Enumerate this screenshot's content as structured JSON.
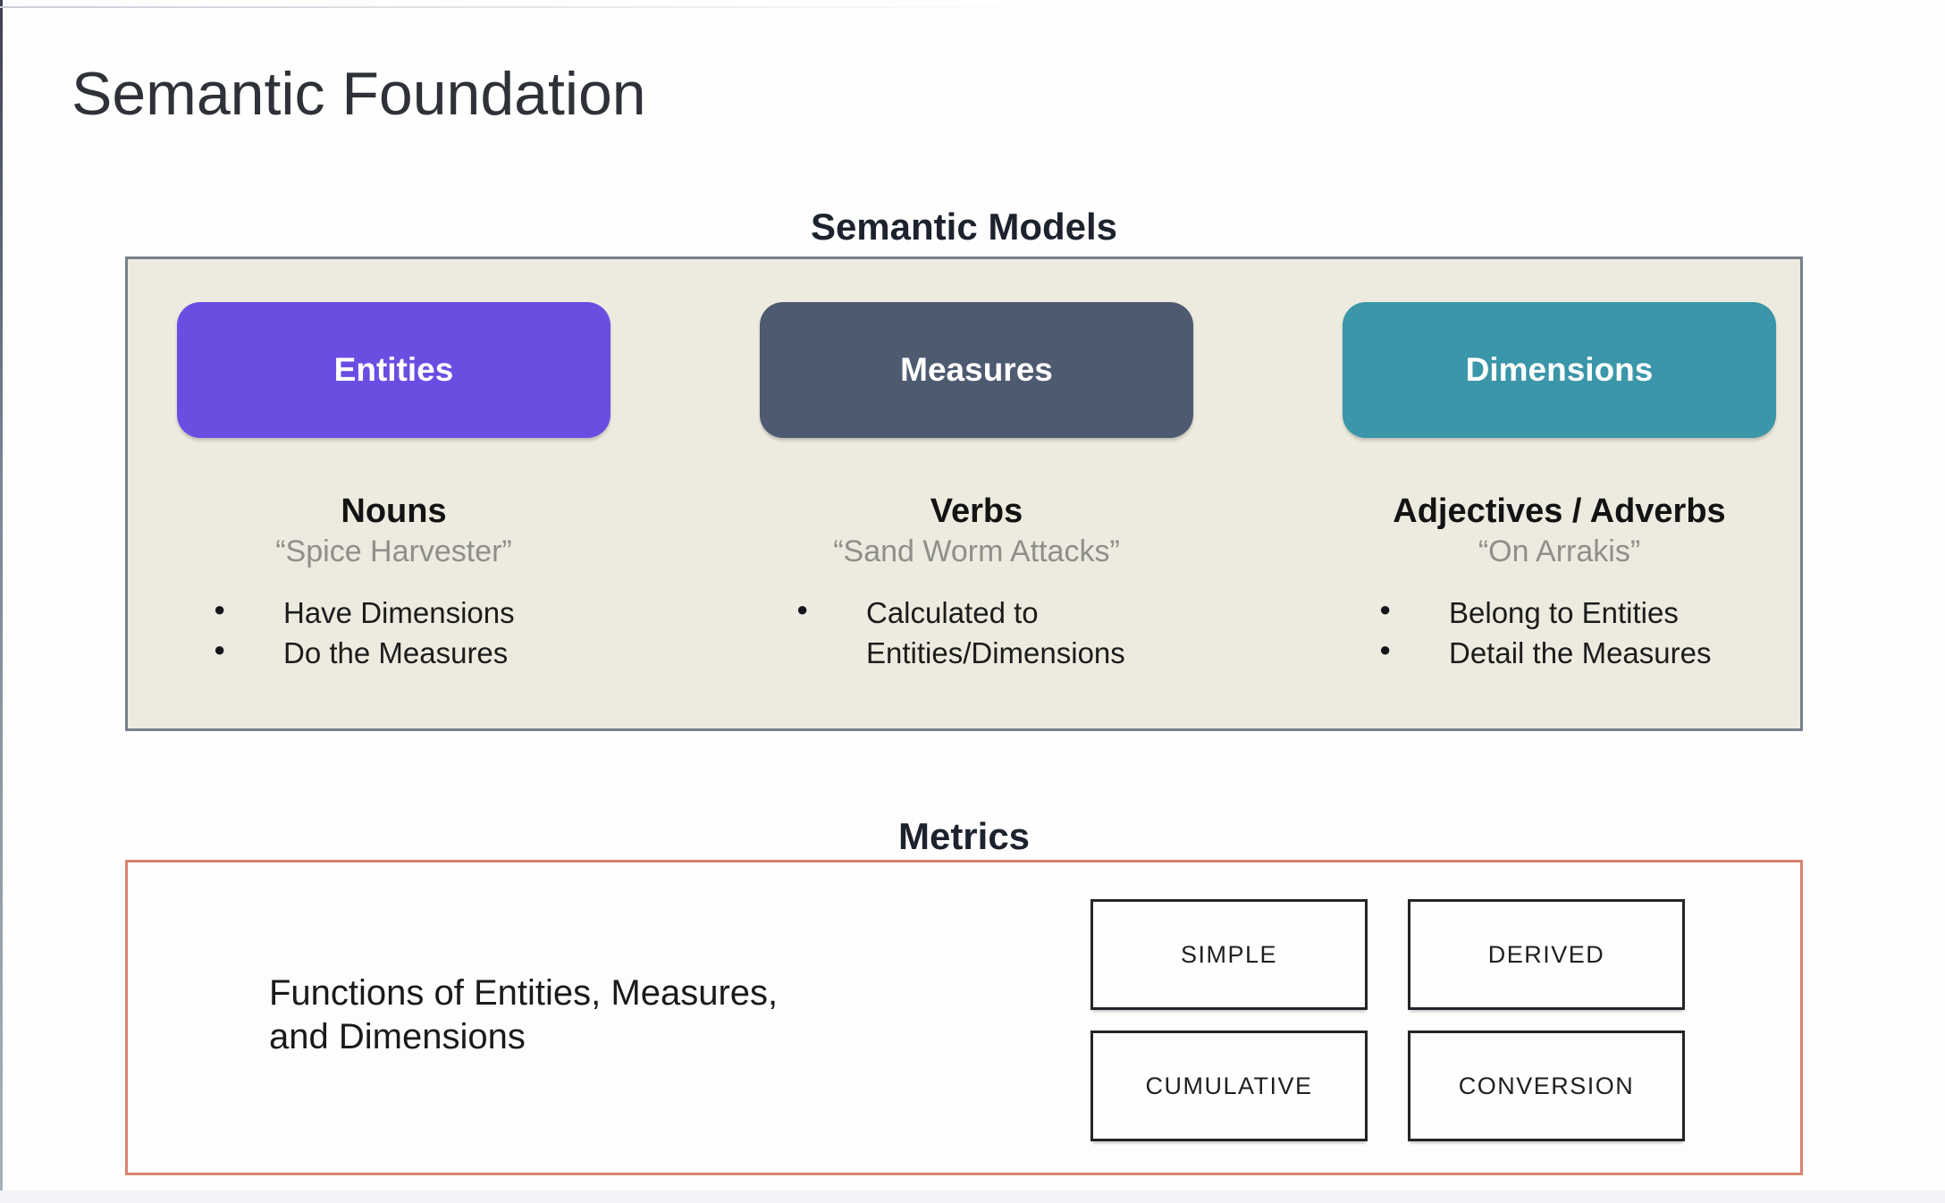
{
  "slide": {
    "title": "Semantic Foundation"
  },
  "semantic_models": {
    "label": "Semantic Models",
    "columns": [
      {
        "button": "Entities",
        "heading": "Nouns",
        "quote": "“Spice Harvester”",
        "bullets": [
          "Have Dimensions",
          "Do the Measures"
        ]
      },
      {
        "button": "Measures",
        "heading": "Verbs",
        "quote": "“Sand Worm Attacks”",
        "bullets": [
          "Calculated to Entities/Dimensions"
        ]
      },
      {
        "button": "Dimensions",
        "heading": "Adjectives / Adverbs",
        "quote": "“On Arrakis”",
        "bullets": [
          "Belong to Entities",
          "Detail the Measures"
        ]
      }
    ]
  },
  "metrics": {
    "label": "Metrics",
    "description_line1": "Functions of Entities, Measures,",
    "description_line2": "and Dimensions",
    "types": [
      "SIMPLE",
      "DERIVED",
      "CUMULATIVE",
      "CONVERSION"
    ]
  },
  "colors": {
    "entities_button": "#6a4ee2",
    "measures_button": "#4d5a70",
    "dimensions_button": "#3a96a8",
    "panel_background": "#edebdf",
    "panel_border": "#77808c",
    "metrics_border": "#d9836c"
  }
}
